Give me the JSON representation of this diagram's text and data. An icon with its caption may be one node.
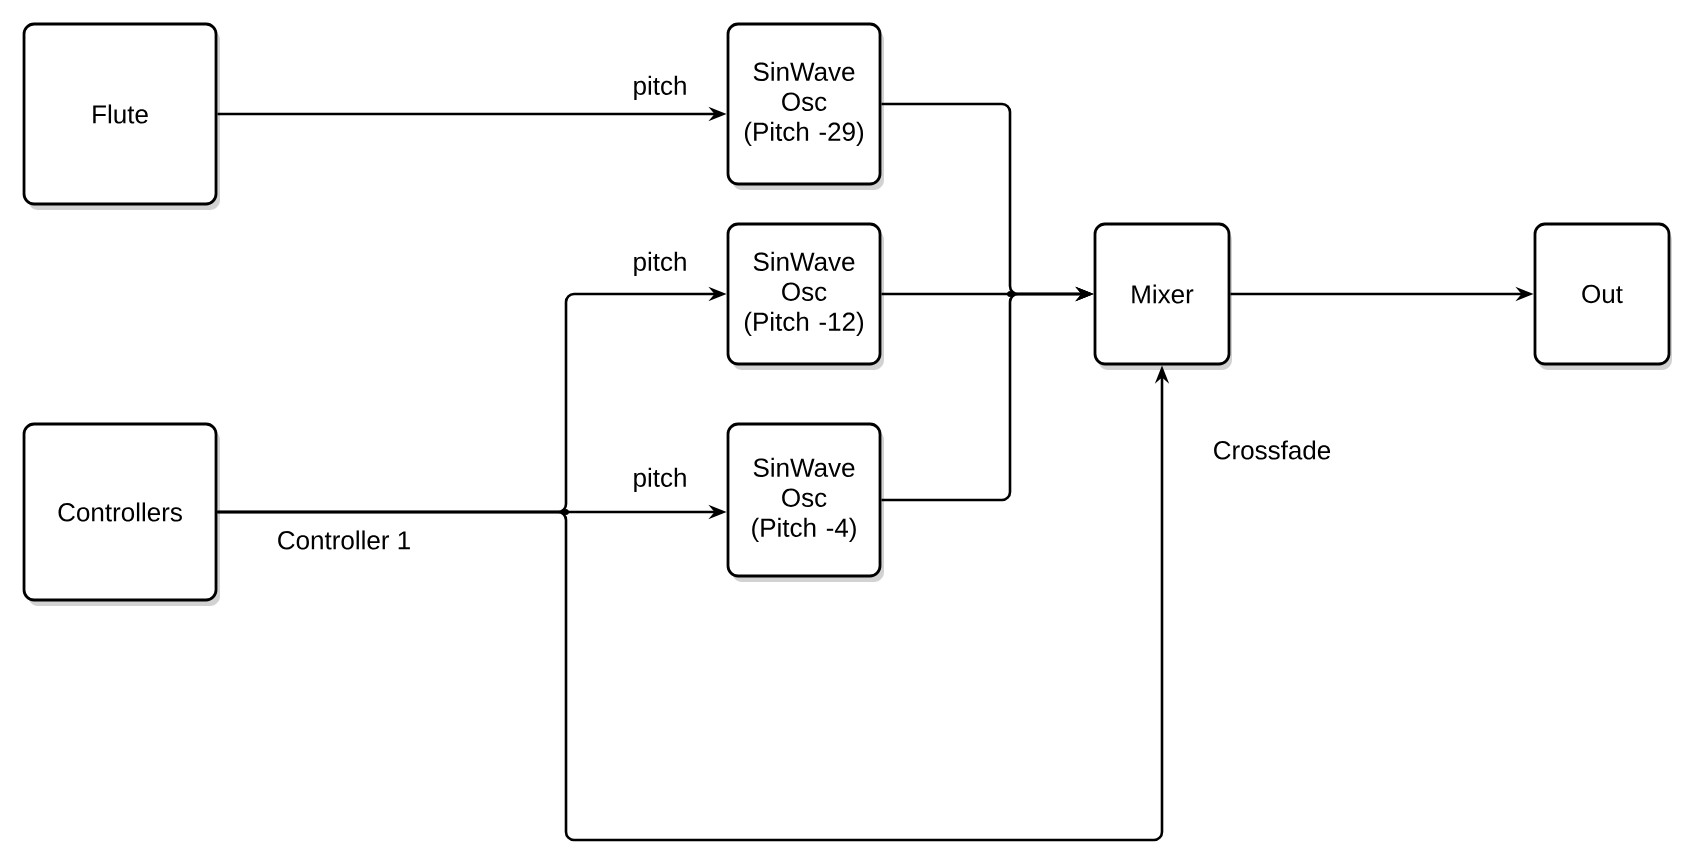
{
  "diagram": {
    "nodes": [
      {
        "text": [
          "Flute"
        ]
      },
      {
        "text": [
          "SinWave Osc",
          "(Pitch -29)"
        ]
      },
      {
        "text": [
          "SinWave Osc",
          "(Pitch -12)"
        ]
      },
      {
        "text": [
          "Controllers"
        ]
      },
      {
        "text": [
          "SinWave Osc",
          "(Pitch -4)"
        ]
      },
      {
        "text": [
          "Mixer"
        ]
      },
      {
        "text": [
          "Out"
        ]
      }
    ],
    "edges": [
      {
        "from": 0,
        "to": 1,
        "arrow": "to",
        "label": "pitch"
      },
      {
        "from": 3,
        "to": 2,
        "arrow": "to",
        "label": "pitch"
      },
      {
        "from": 3,
        "to": 4,
        "arrow": "to",
        "label": "pitch"
      },
      {
        "from": 3,
        "to": 5,
        "arrow": "to",
        "label": "Crossfade"
      },
      {
        "from": 1,
        "to": 5,
        "arrow": "to"
      },
      {
        "from": 2,
        "to": 5,
        "arrow": "to"
      },
      {
        "from": 4,
        "to": 5,
        "arrow": "to"
      },
      {
        "from": 5,
        "to": 6,
        "arrow": "to"
      }
    ],
    "labels": [
      "Controller 1"
    ]
  }
}
